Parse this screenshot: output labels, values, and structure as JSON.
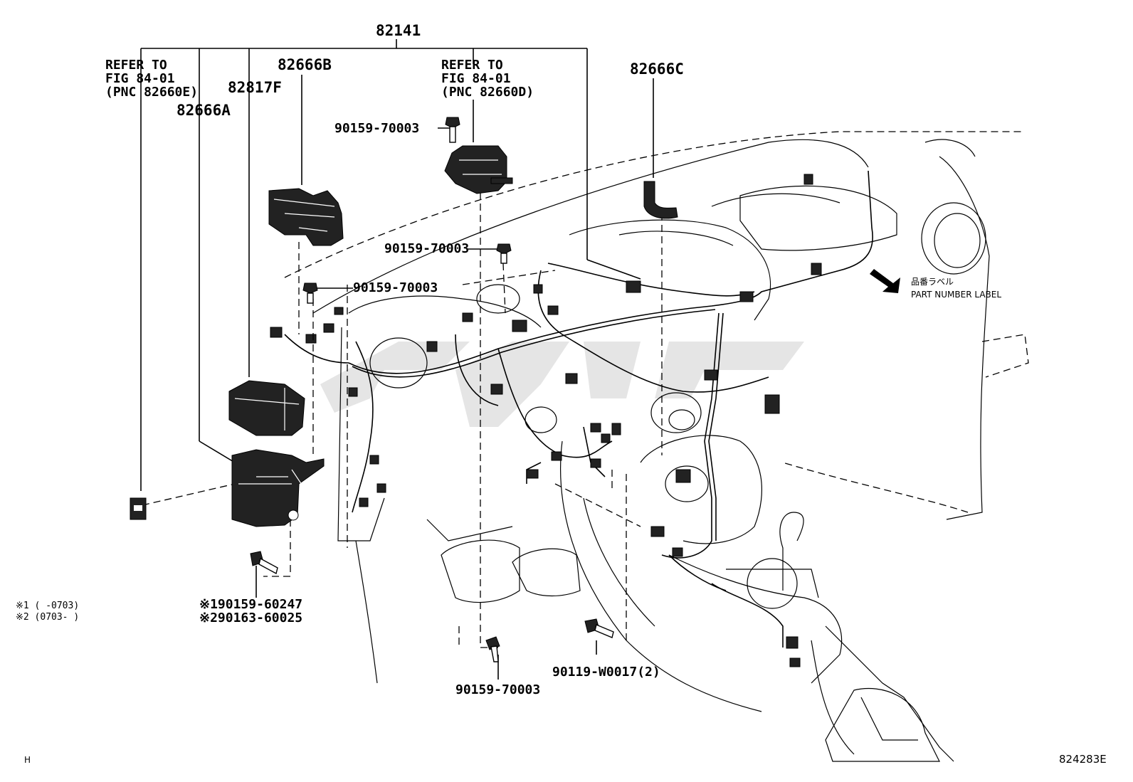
{
  "labels": {
    "main_assembly": "82141",
    "refer_left_1": "REFER TO",
    "refer_left_2": "FIG 84-01",
    "refer_left_3": "(PNC 82660E)",
    "refer_mid_1": "REFER TO",
    "refer_mid_2": "FIG 84-01",
    "refer_mid_3": "(PNC 82660D)",
    "part_82666a": "82666A",
    "part_82817f": "82817F",
    "part_82666b": "82666B",
    "part_82666c": "82666C",
    "bolt_top": "90159-70003",
    "bolt_mid": "90159-70003",
    "bolt_left": "90159-70003",
    "bolt_bottom": "90159-70003",
    "bolt_bottom_right": "90119-W0017(2)",
    "bolt_note1": "※190159-60247",
    "bolt_note2": "※290163-60025",
    "note1": "※1 (   -0703)",
    "note2": "※2 (0703-   )",
    "part_label_jp": "品番ラベル",
    "part_label_en": "PART NUMBER LABEL",
    "corner_left": "H",
    "figure_id": "824283E"
  }
}
